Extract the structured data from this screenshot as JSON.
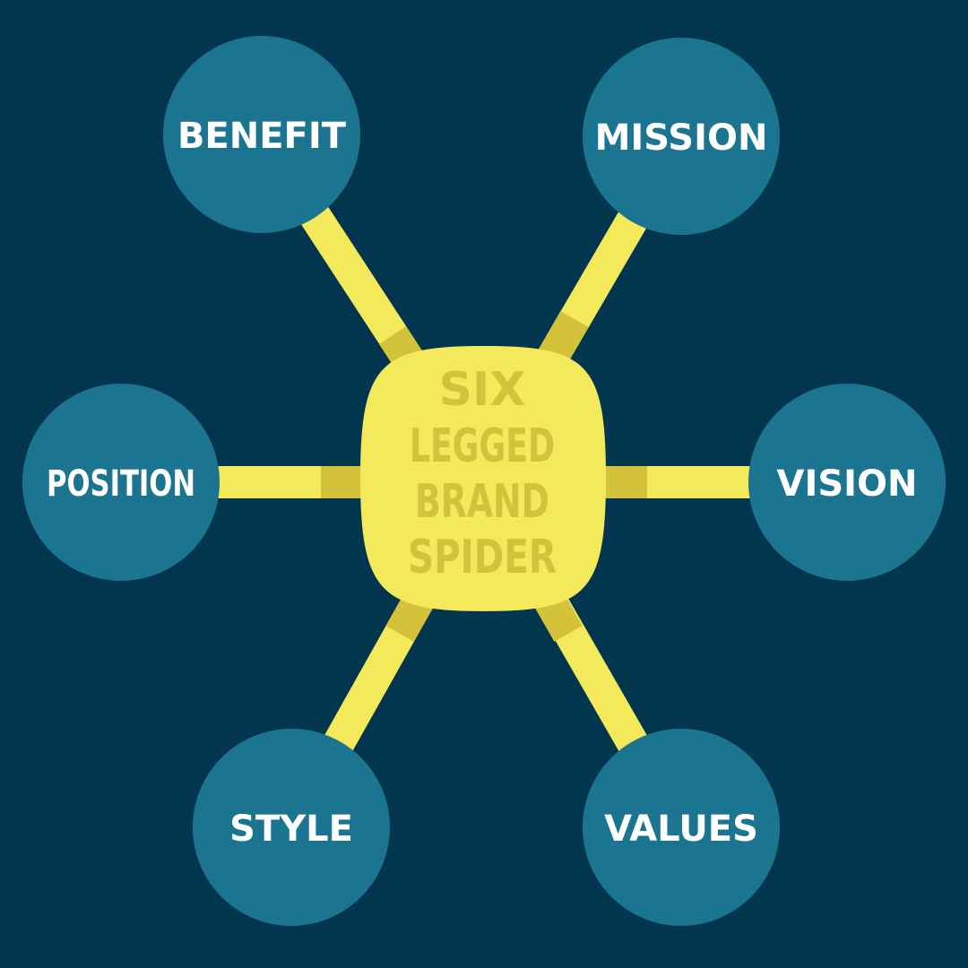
{
  "colors": {
    "background": "#02364e",
    "node_fill": "#1b7590",
    "connector": "#f4e95a",
    "connector_joint": "#d3c23a",
    "center_fill": "#f4e95a",
    "center_text": "#d3c23a",
    "node_text": "#ffffff"
  },
  "center": {
    "lines": [
      "SIX",
      "LEGGED",
      "BRAND",
      "SPIDER"
    ]
  },
  "nodes": [
    {
      "id": "benefit",
      "label": "BENEFIT"
    },
    {
      "id": "mission",
      "label": "MISSION"
    },
    {
      "id": "position",
      "label": "POSITION"
    },
    {
      "id": "vision",
      "label": "VISION"
    },
    {
      "id": "style",
      "label": "STYLE"
    },
    {
      "id": "values",
      "label": "VALUES"
    }
  ]
}
